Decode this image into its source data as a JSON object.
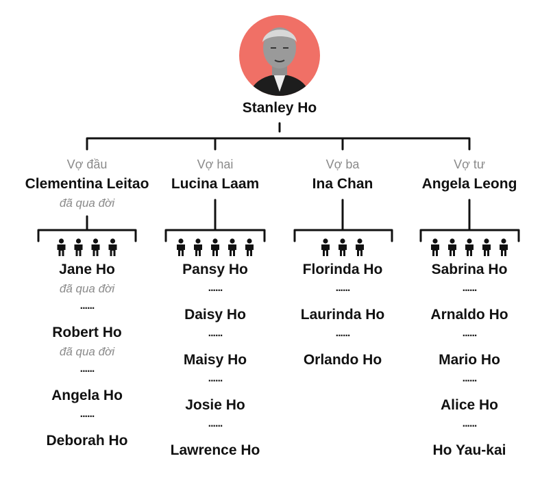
{
  "root": {
    "name": "Stanley Ho",
    "portrait_bg": "#f07066"
  },
  "deceased_note": "đã qua đời",
  "separator": "......",
  "families": [
    {
      "label": "Vợ đầu",
      "wife": "Clementina Leitao",
      "wife_deceased": true,
      "child_count": 4,
      "children": [
        {
          "name": "Jane Ho",
          "deceased": true
        },
        {
          "name": "Robert Ho",
          "deceased": true
        },
        {
          "name": "Angela Ho",
          "deceased": false
        },
        {
          "name": "Deborah Ho",
          "deceased": false
        }
      ]
    },
    {
      "label": "Vợ hai",
      "wife": "Lucina Laam",
      "wife_deceased": false,
      "child_count": 5,
      "children": [
        {
          "name": "Pansy Ho",
          "deceased": false
        },
        {
          "name": "Daisy Ho",
          "deceased": false
        },
        {
          "name": "Maisy Ho",
          "deceased": false
        },
        {
          "name": "Josie Ho",
          "deceased": false
        },
        {
          "name": "Lawrence Ho",
          "deceased": false
        }
      ]
    },
    {
      "label": "Vợ ba",
      "wife": "Ina Chan",
      "wife_deceased": false,
      "child_count": 3,
      "children": [
        {
          "name": "Florinda Ho",
          "deceased": false
        },
        {
          "name": "Laurinda Ho",
          "deceased": false
        },
        {
          "name": "Orlando Ho",
          "deceased": false
        }
      ]
    },
    {
      "label": "Vợ tư",
      "wife": "Angela Leong",
      "wife_deceased": false,
      "child_count": 5,
      "children": [
        {
          "name": "Sabrina Ho",
          "deceased": false
        },
        {
          "name": "Arnaldo Ho",
          "deceased": false
        },
        {
          "name": "Mario Ho",
          "deceased": false
        },
        {
          "name": "Alice Ho",
          "deceased": false
        },
        {
          "name": "Ho Yau-kai",
          "deceased": false
        }
      ]
    }
  ]
}
